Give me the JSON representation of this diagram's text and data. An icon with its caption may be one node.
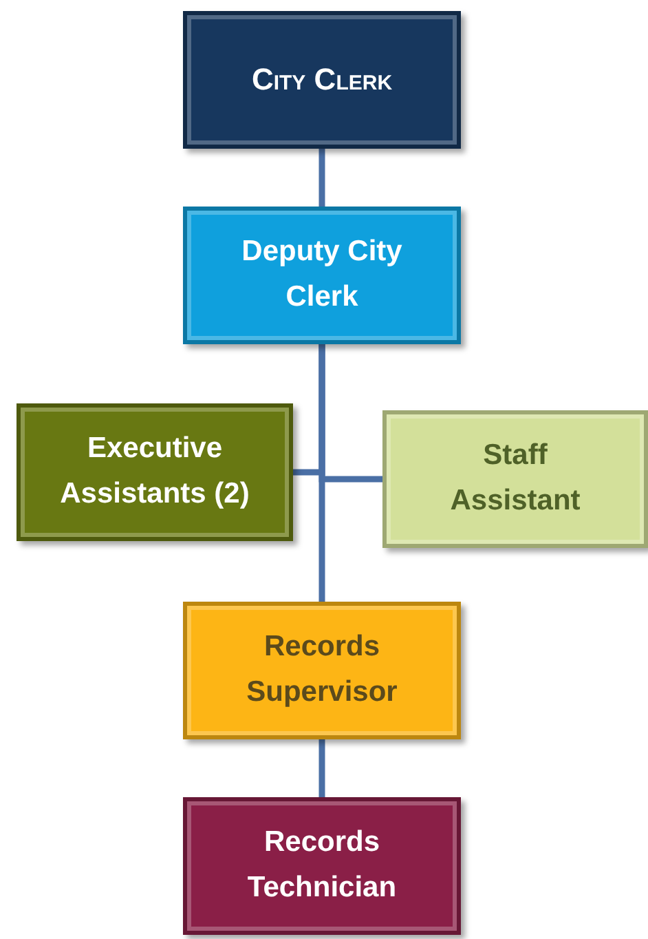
{
  "diagram": {
    "nodes": [
      {
        "text": [
          "City Clerk"
        ]
      },
      {
        "text": [
          "Deputy City Clerk"
        ]
      },
      {
        "text": [
          "Executive Assistants (2)"
        ]
      },
      {
        "text": [
          "Staff Assistant"
        ]
      },
      {
        "text": [
          "Records Supervisor"
        ]
      },
      {
        "text": [
          "Records Technician"
        ]
      }
    ],
    "edges": [
      {
        "from": 0,
        "to": 1,
        "arrow": "none"
      },
      {
        "from": 1,
        "to": 2,
        "arrow": "none"
      },
      {
        "from": 1,
        "to": 3,
        "arrow": "none"
      },
      {
        "from": 1,
        "to": 4,
        "arrow": "none"
      },
      {
        "from": 4,
        "to": 5,
        "arrow": "none"
      }
    ]
  }
}
